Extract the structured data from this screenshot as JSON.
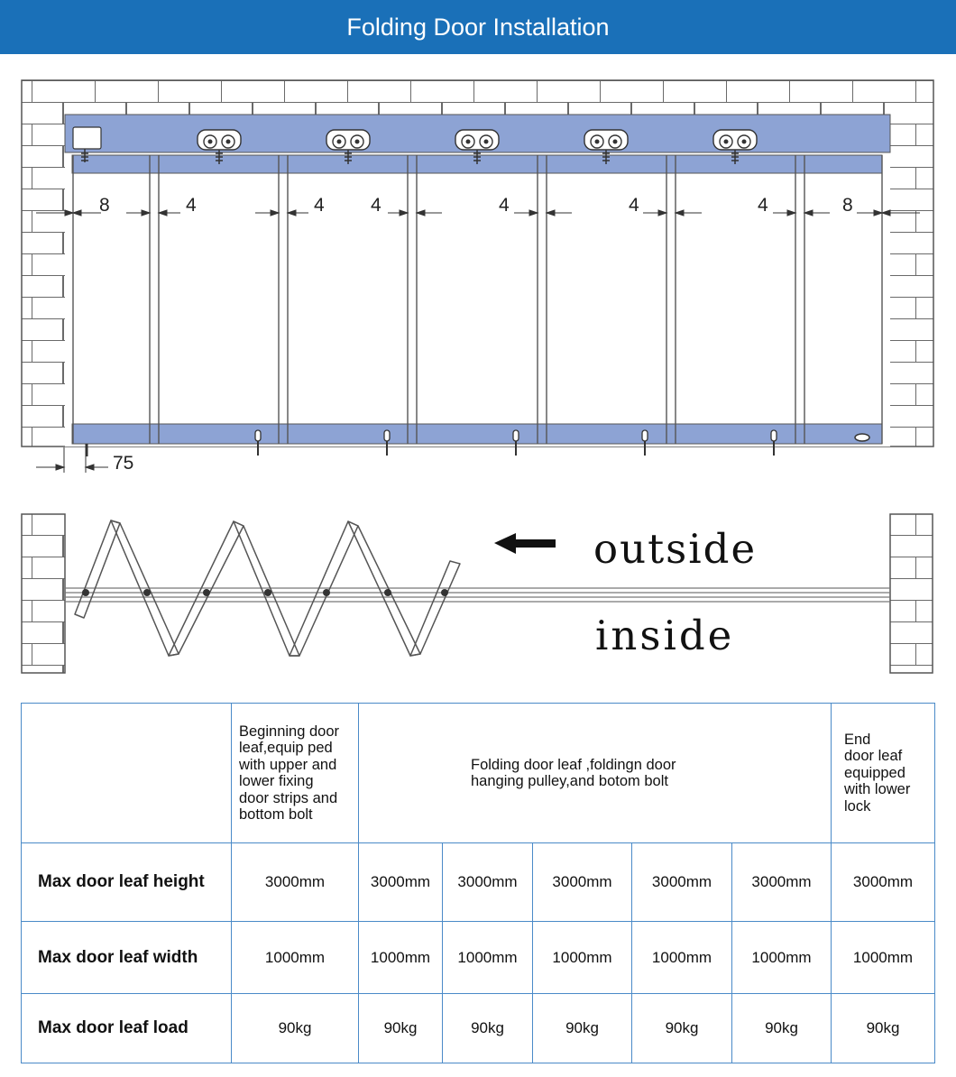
{
  "title": "Folding Door Installation",
  "front_view": {
    "dimensions": {
      "left_gap": "8",
      "leaf_gaps": [
        "4",
        "4",
        "4",
        "4",
        "4",
        "4"
      ],
      "right_gap": "8",
      "bottom_offset": "75"
    }
  },
  "top_view": {
    "outside_label": "outside",
    "inside_label": "inside"
  },
  "table": {
    "headers": {
      "blank": "",
      "beginning": [
        "Beginning door",
        "leaf,equip ped",
        "with upper and",
        "lower fixing",
        "door strips and",
        "bottom bolt"
      ],
      "folding": [
        "Folding door leaf ,foldingn door",
        "hanging pulley,and botom bolt"
      ],
      "end": [
        "End",
        "door leaf",
        "equipped",
        "with lower",
        "lock"
      ]
    },
    "rows": [
      {
        "label": "Max door leaf height",
        "values": [
          "3000mm",
          "3000mm",
          "3000mm",
          "3000mm",
          "3000mm",
          "3000mm",
          "3000mm"
        ]
      },
      {
        "label": "Max door leaf width",
        "values": [
          "1000mm",
          "1000mm",
          "1000mm",
          "1000mm",
          "1000mm",
          "1000mm",
          "1000mm"
        ]
      },
      {
        "label": "Max door leaf load",
        "values": [
          "90kg",
          "90kg",
          "90kg",
          "90kg",
          "90kg",
          "90kg",
          "90kg"
        ]
      }
    ]
  },
  "colors": {
    "title_bar": "#1a70b8",
    "rail": "#8da3d4",
    "table_border": "#4a8ac8"
  }
}
